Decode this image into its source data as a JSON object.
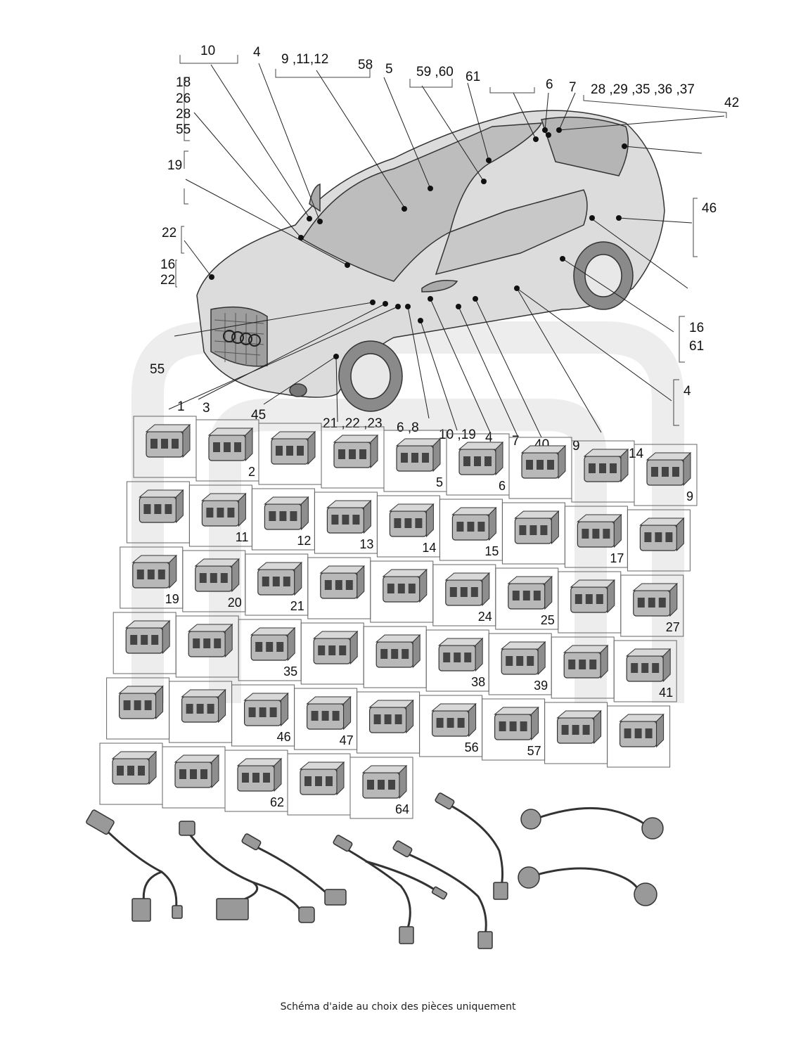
{
  "footer": "Schéma d'aide au choix des pièces uniquement",
  "callouts": {
    "c10": "10",
    "c4": "4",
    "c9_11_12": "9 ,11,12",
    "c58": "58",
    "c5": "5",
    "c59_60": "59 ,60",
    "c61": "61",
    "c6": "6",
    "c7": "7",
    "c28_37": "28 ,29 ,35 ,36 ,37",
    "c42": "42",
    "c18": "18",
    "c26": "26",
    "c28": "28",
    "c55a": "55",
    "c19": "19",
    "c22a": "22",
    "c16a": "16",
    "c22b": "22",
    "c46": "46",
    "c16b": "16",
    "c61b": "61",
    "c4b": "4",
    "c55b": "55",
    "r1": "1",
    "r3": "3",
    "r45": "45",
    "r21_23": "21 ,22 ,23",
    "r6_8": "6 ,8",
    "r10_19": "10 ,19",
    "r4": "4",
    "r7": "7",
    "r40": "40",
    "r9": "9",
    "r14": "14"
  },
  "parts_grid": {
    "row1": [
      "",
      "2",
      "",
      "",
      "5",
      "6",
      "",
      "",
      "9"
    ],
    "row2": [
      "",
      "11",
      "12",
      "13",
      "14",
      "15",
      "",
      "17",
      ""
    ],
    "row3": [
      "19",
      "20",
      "21",
      "",
      "",
      "24",
      "25",
      "",
      "27"
    ],
    "row4": [
      "",
      "",
      "35",
      "",
      "",
      "38",
      "39",
      "",
      "41"
    ],
    "row5": [
      "",
      "",
      "46",
      "47",
      "",
      "56",
      "57",
      "",
      ""
    ],
    "row6": [
      "",
      "",
      "62",
      "",
      "64"
    ]
  }
}
